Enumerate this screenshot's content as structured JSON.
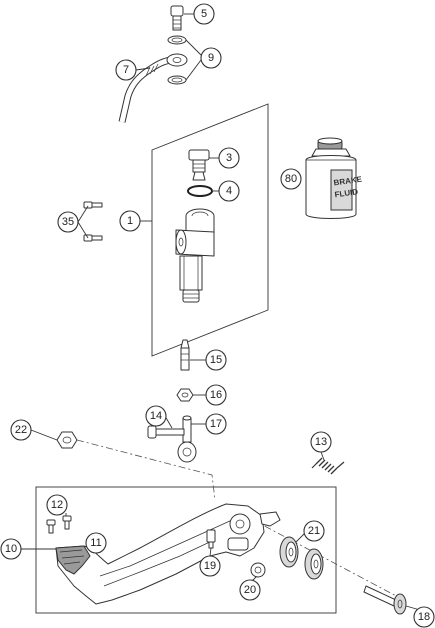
{
  "bottle": {
    "label_line1": "BRAKE",
    "label_line2": "FLUID"
  },
  "callouts": [
    {
      "id": "c5",
      "label": "5"
    },
    {
      "id": "c9",
      "label": "9"
    },
    {
      "id": "c7",
      "label": "7"
    },
    {
      "id": "c3",
      "label": "3"
    },
    {
      "id": "c80",
      "label": "80"
    },
    {
      "id": "c4",
      "label": "4"
    },
    {
      "id": "c35",
      "label": "35"
    },
    {
      "id": "c1",
      "label": "1"
    },
    {
      "id": "c15",
      "label": "15"
    },
    {
      "id": "c16",
      "label": "16"
    },
    {
      "id": "c14",
      "label": "14"
    },
    {
      "id": "c17",
      "label": "17"
    },
    {
      "id": "c13",
      "label": "13"
    },
    {
      "id": "c22",
      "label": "22"
    },
    {
      "id": "c12",
      "label": "12"
    },
    {
      "id": "c21",
      "label": "21"
    },
    {
      "id": "c10",
      "label": "10"
    },
    {
      "id": "c11",
      "label": "11"
    },
    {
      "id": "c19",
      "label": "19"
    },
    {
      "id": "c20",
      "label": "20"
    },
    {
      "id": "c18",
      "label": "18"
    }
  ]
}
